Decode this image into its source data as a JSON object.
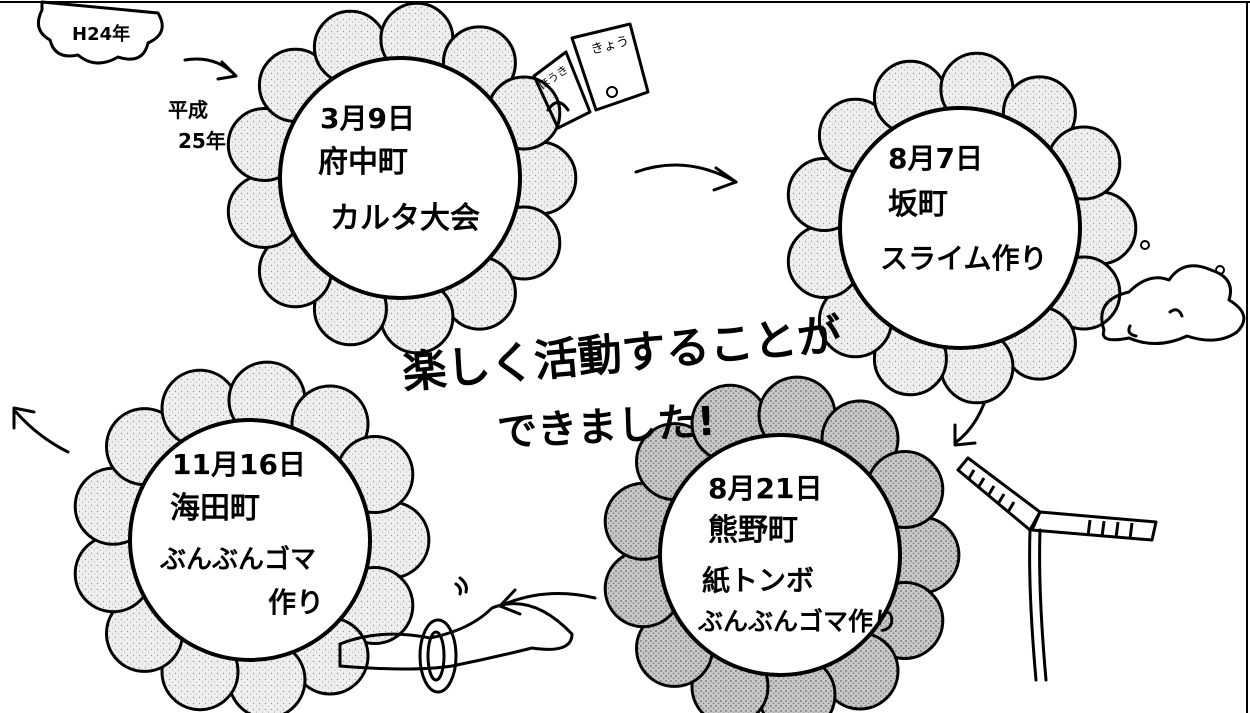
{
  "corner_label": "H24年",
  "year_note": [
    "平成",
    "25年"
  ],
  "headline": [
    "楽しく活動することが",
    "できました!"
  ],
  "events": [
    {
      "date": "3月9日",
      "place": "府中町",
      "activity": [
        "カルタ大会"
      ]
    },
    {
      "date": "8月7日",
      "place": "坂町",
      "activity": [
        "スライム作り"
      ]
    },
    {
      "date": "8月21日",
      "place": "熊野町",
      "activity": [
        "紙トンボ",
        "ぶんぶんゴマ作り"
      ]
    },
    {
      "date": "11月16日",
      "place": "海田町",
      "activity": [
        "ぶんぶんゴマ",
        "作り"
      ]
    }
  ],
  "card_text": [
    "ほうき",
    "きょう"
  ],
  "colors": {
    "ink": "#000000",
    "petal_light": "#eeeeee",
    "petal_dark": "#bfbfbf",
    "background": "#ffffff"
  }
}
